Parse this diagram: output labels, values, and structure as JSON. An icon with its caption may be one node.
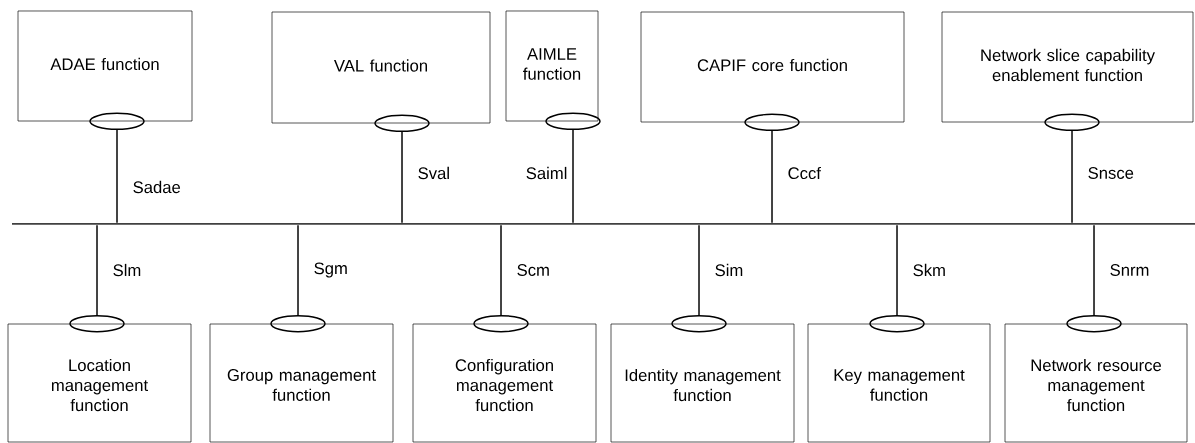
{
  "diagram": {
    "nodes": [
      {
        "text": [
          "ADAE function"
        ]
      },
      {
        "text": [
          "VAL function"
        ]
      },
      {
        "text": [
          "AIMLE function"
        ]
      },
      {
        "text": [
          "CAPIF core function"
        ]
      },
      {
        "text": [
          "Network slice capability enablement function"
        ]
      },
      {
        "text": [],
        "shape": "bar"
      },
      {
        "text": [
          "Location management function"
        ]
      },
      {
        "text": [
          "Group management function"
        ]
      },
      {
        "text": [
          "Configuration management function"
        ]
      },
      {
        "text": [
          "Identity management function"
        ]
      },
      {
        "text": [
          "Key management function"
        ]
      },
      {
        "text": [
          "Network resource management function"
        ]
      }
    ],
    "edges": [
      {
        "from": 0,
        "to": 5,
        "arrow": "other",
        "label": "Sadae"
      },
      {
        "from": 1,
        "to": 5,
        "arrow": "other",
        "label": "Sval"
      },
      {
        "from": 2,
        "to": 5,
        "arrow": "other",
        "label": "Saiml"
      },
      {
        "from": 3,
        "to": 5,
        "arrow": "other",
        "label": "Cccf"
      },
      {
        "from": 4,
        "to": 5,
        "arrow": "other",
        "label": "Snsce"
      },
      {
        "from": 6,
        "to": 5,
        "arrow": "other",
        "label": "Slm"
      },
      {
        "from": 7,
        "to": 5,
        "arrow": "other",
        "label": "Sgm"
      },
      {
        "from": 8,
        "to": 5,
        "arrow": "other",
        "label": "Scm"
      },
      {
        "from": 9,
        "to": 5,
        "arrow": "other",
        "label": "Sim"
      },
      {
        "from": 10,
        "to": 5,
        "arrow": "other",
        "label": "Skm"
      },
      {
        "from": 11,
        "to": 5,
        "arrow": "other",
        "label": "Snrm"
      }
    ]
  }
}
